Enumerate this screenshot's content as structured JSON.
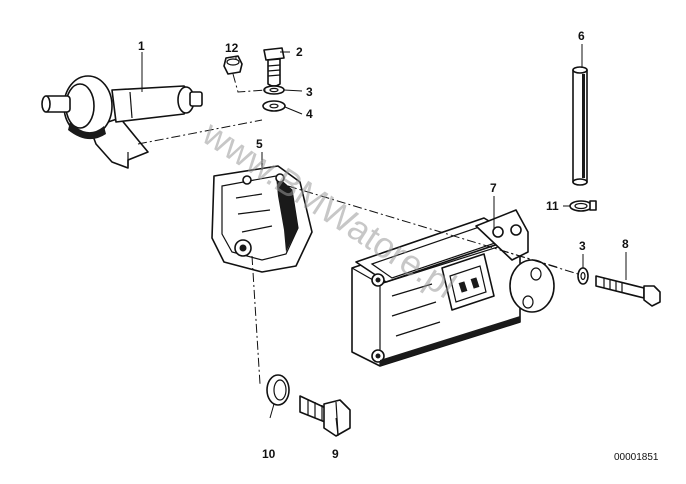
{
  "diagram": {
    "callouts": [
      {
        "id": "1",
        "label": "1"
      },
      {
        "id": "2",
        "label": "2"
      },
      {
        "id": "3a",
        "label": "3"
      },
      {
        "id": "4",
        "label": "4"
      },
      {
        "id": "5",
        "label": "5"
      },
      {
        "id": "6",
        "label": "6"
      },
      {
        "id": "7",
        "label": "7"
      },
      {
        "id": "8",
        "label": "8"
      },
      {
        "id": "3b",
        "label": "3"
      },
      {
        "id": "9",
        "label": "9"
      },
      {
        "id": "10",
        "label": "10"
      },
      {
        "id": "11",
        "label": "11"
      },
      {
        "id": "12",
        "label": "12"
      }
    ],
    "reference_number": "00001851",
    "watermark": "www.BMWatore.pl"
  }
}
